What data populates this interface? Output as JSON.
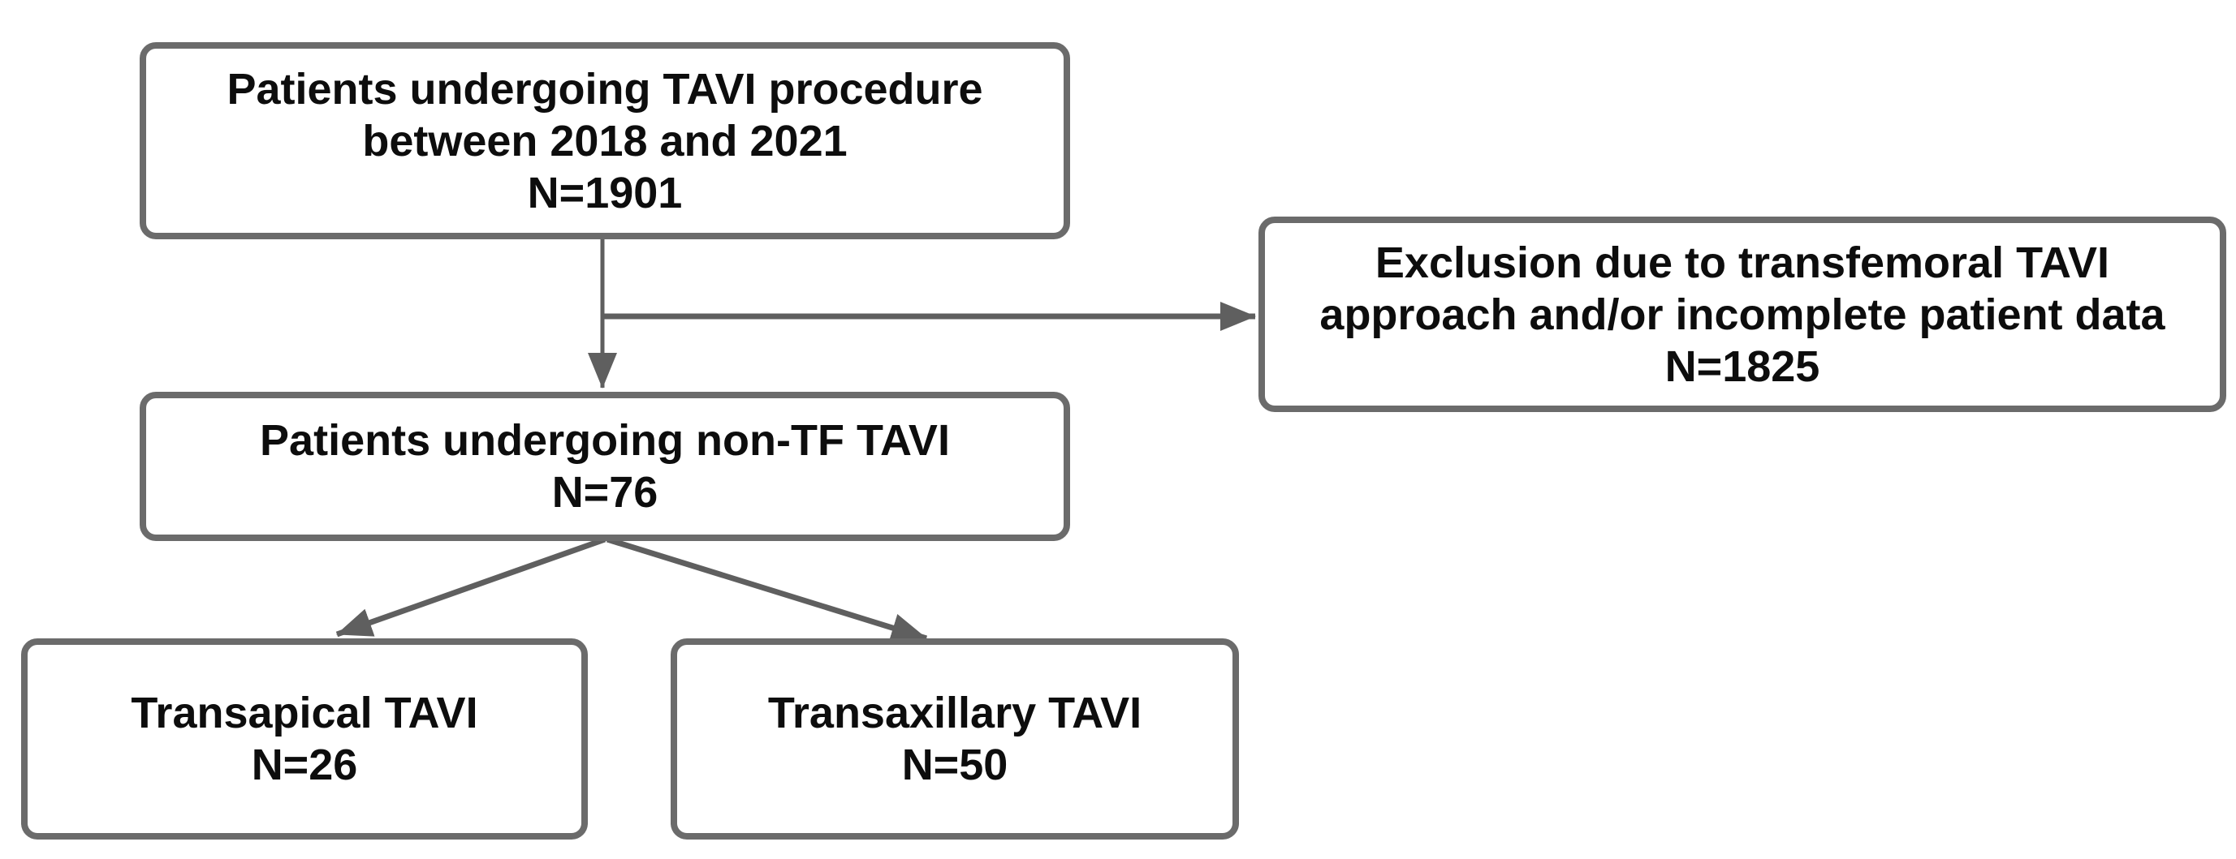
{
  "diagram_type": "flowchart",
  "colors": {
    "box_border": "#6b6b6b",
    "connector": "#5f5f5f",
    "text": "#0d0d0d",
    "background": "#ffffff",
    "box_fill": "#ffffff"
  },
  "boxes": {
    "tavi_total": {
      "line1": "Patients undergoing TAVI procedure",
      "line2": "between 2018 and 2021",
      "line3": "N=1901"
    },
    "exclusion": {
      "line1": "Exclusion due to transfemoral TAVI",
      "line2": "approach and/or incomplete patient data",
      "line3": "N=1825"
    },
    "non_tf": {
      "line1": "Patients undergoing non-TF TAVI",
      "line2": "N=76"
    },
    "transapical": {
      "line1": "Transapical TAVI",
      "line2": "N=26"
    },
    "transaxillary": {
      "line1": "Transaxillary TAVI",
      "line2": "N=50"
    }
  },
  "edges": [
    {
      "from": "tavi_total",
      "to": "non_tf"
    },
    {
      "from": "tavi_total",
      "to": "exclusion"
    },
    {
      "from": "non_tf",
      "to": "transapical"
    },
    {
      "from": "non_tf",
      "to": "transaxillary"
    }
  ]
}
